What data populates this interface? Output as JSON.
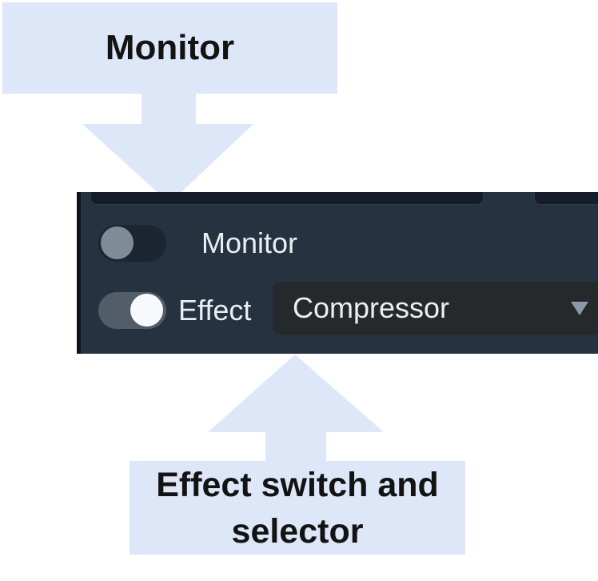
{
  "callouts": {
    "top": {
      "label": "Monitor"
    },
    "bottom": {
      "line1": "Effect switch and",
      "line2": "selector"
    }
  },
  "panel": {
    "monitor_row": {
      "label": "Monitor",
      "toggle_state": "off"
    },
    "effect_row": {
      "label": "Effect",
      "toggle_state": "on",
      "selector_value": "Compressor"
    }
  },
  "colors": {
    "callout_bg": "#dde7f8",
    "callout_text": "#131313",
    "panel_bg": "#253340",
    "panel_edge": "#0d131b",
    "panel_text": "#e9eef2",
    "control_bg": "#161d28",
    "toggle_off_track": "#1c2633",
    "toggle_off_knob": "#7f8c98",
    "toggle_on_track": "#525d69",
    "toggle_on_knob": "#f7fafc",
    "selector_bg": "#26292b",
    "selector_arrow": "#8b99a9"
  }
}
